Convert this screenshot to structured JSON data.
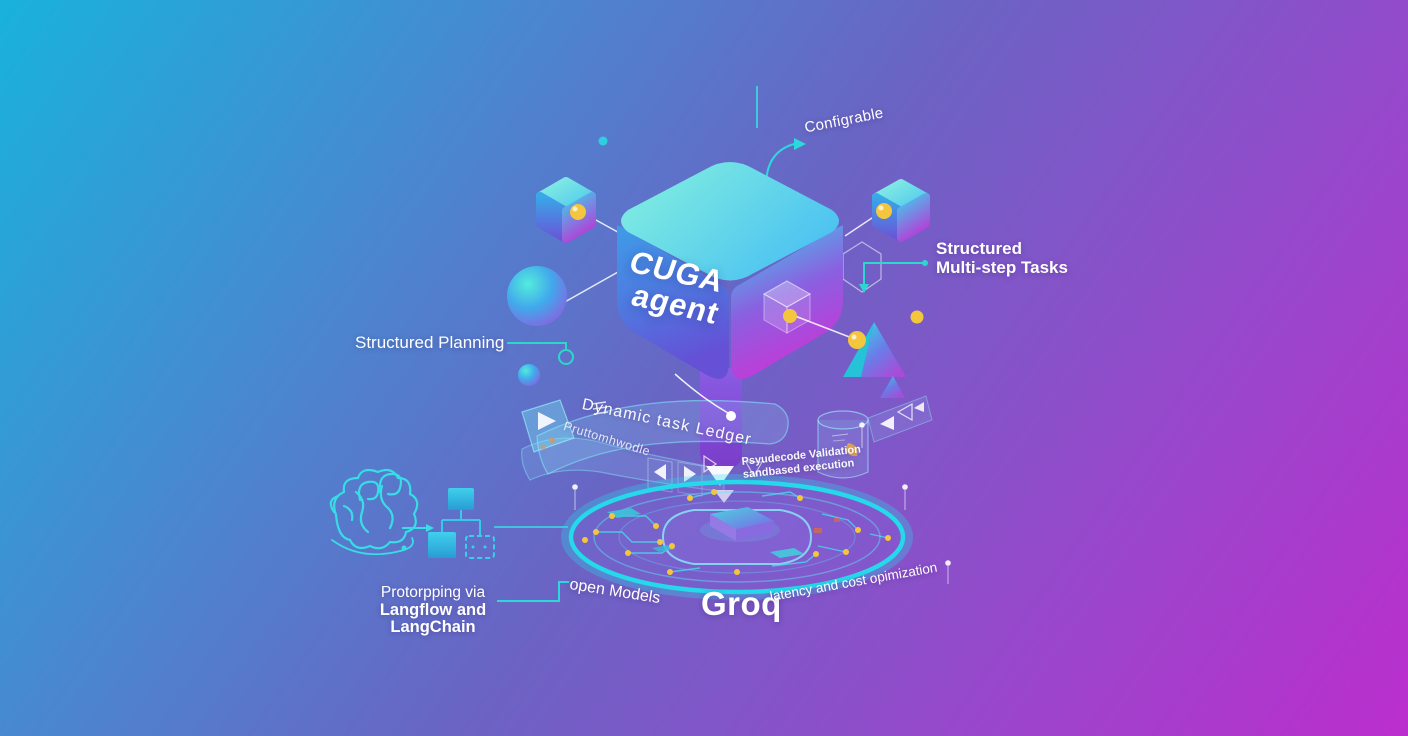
{
  "illustration": {
    "cube": {
      "line1": "CUGA",
      "line2": "agent"
    },
    "callouts": {
      "configurable": "Configrable",
      "multistep_line1": "Structured",
      "multistep_line2": "Multi-step Tasks",
      "structured_planning": "Structured Planning",
      "prototyping_line1": "Protorpping via",
      "prototyping_line2": "Langflow and",
      "prototyping_line3": "LangChain",
      "open_models": "open Models",
      "groq": "Groq",
      "latency": "latency and cost opimization"
    },
    "ribbons": {
      "dynamic_task_ledger": "Dynamic task Ledger",
      "left_garbled": "Pruttomhwodle",
      "right_line1": "Psyudecode Validation",
      "right_line2": "sandbased execution"
    },
    "colors": {
      "bg_start": "#19b2dc",
      "bg_mid": "#6a64c4",
      "bg_end": "#bb2ecd",
      "accent_teal": "#2bd8dc",
      "accent_yellow": "#f4c63e",
      "platform_ring": "#25d8ea",
      "text": "#ffffff"
    }
  }
}
